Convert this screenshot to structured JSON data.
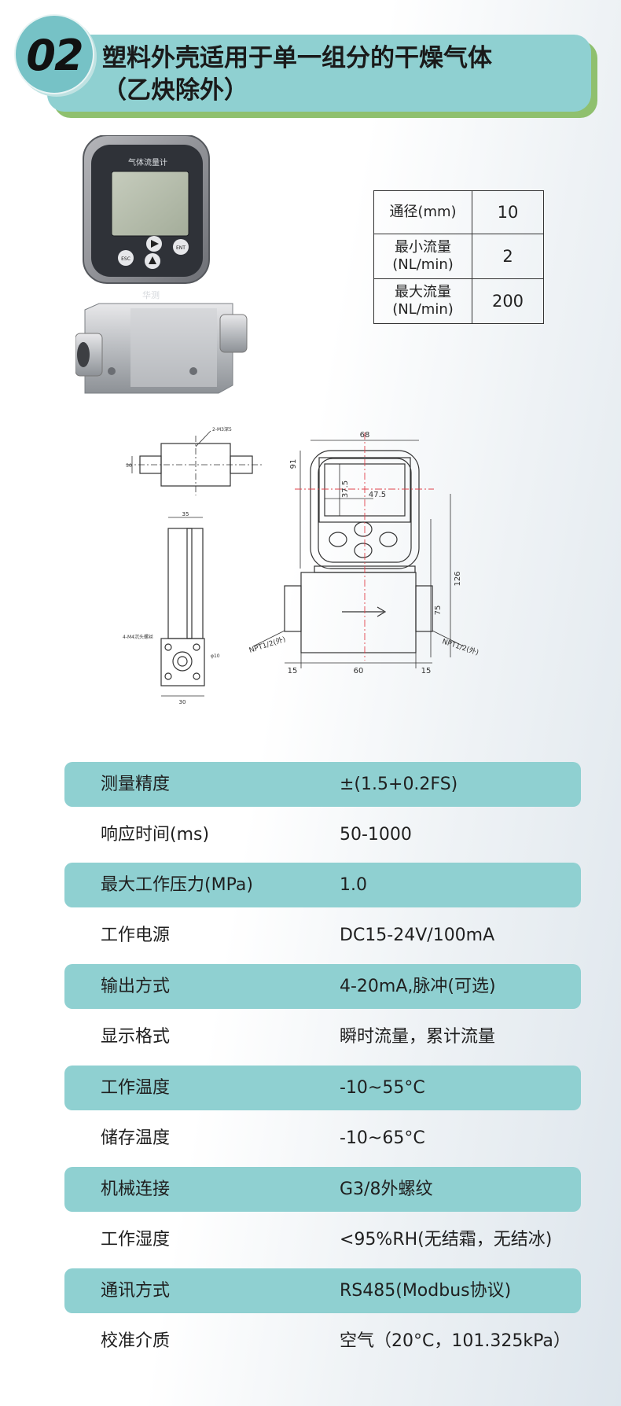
{
  "header": {
    "badge": "02",
    "title_line1": "塑料外壳适用于单一组分的干燥气体",
    "title_line2": "（乙炔除外）"
  },
  "device": {
    "display_label": "气体流量计",
    "btn_esc": "ESC",
    "btn_ent": "ENT",
    "logo_text": "华测"
  },
  "mini_table": [
    {
      "key": "通径(mm)",
      "value": "10"
    },
    {
      "key_line1": "最小流量",
      "key_line2": "(NL/min)",
      "value": "2"
    },
    {
      "key_line1": "最大流量",
      "key_line2": "(NL/min)",
      "value": "200"
    }
  ],
  "drawing": {
    "dim_68": "68",
    "dim_91": "91",
    "dim_47_5": "47.5",
    "dim_37_5": "37.5",
    "dim_126": "126",
    "dim_75": "75",
    "dim_15_left": "15",
    "dim_60": "60",
    "dim_15_right": "15",
    "npt_left": "NPT1/2(外)",
    "npt_right": "NPT1/2(外)",
    "side_dim_35": "35",
    "side_dim_30": "30",
    "side_label_holes": "4-M4沉头螺丝",
    "side_dim_10": "φ10",
    "top_note": "2-M3深5",
    "top_dim_30": "30"
  },
  "specs": [
    {
      "key": "测量精度",
      "value": "±(1.5+0.2FS)"
    },
    {
      "key": "响应时间(ms)",
      "value": "50-1000"
    },
    {
      "key": "最大工作压力(MPa)",
      "value": "1.0"
    },
    {
      "key": "工作电源",
      "value": "DC15-24V/100mA"
    },
    {
      "key": "输出方式",
      "value": "4-20mA,脉冲(可选)"
    },
    {
      "key": "显示格式",
      "value": "瞬时流量，累计流量"
    },
    {
      "key": "工作温度",
      "value": "-10~55°C"
    },
    {
      "key": "储存温度",
      "value": "-10~65°C"
    },
    {
      "key": "机械连接",
      "value": "G3/8外螺纹"
    },
    {
      "key": "工作湿度",
      "value": "<95%RH(无结霜，无结冰)"
    },
    {
      "key": "通讯方式",
      "value": "RS485(Modbus协议)"
    },
    {
      "key": "校准介质",
      "value": "空气（20°C，101.325kPa）"
    }
  ]
}
